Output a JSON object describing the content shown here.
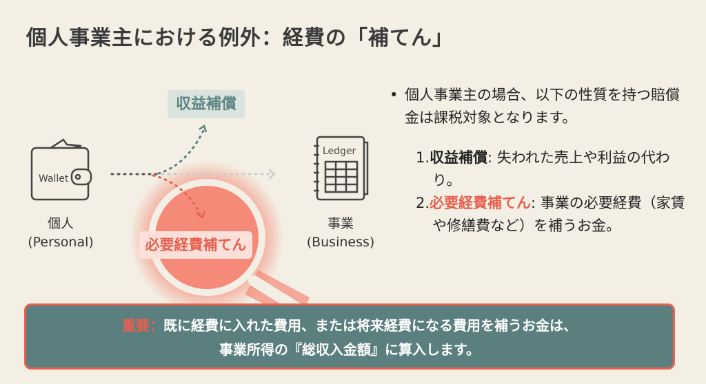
{
  "title": "個人事業主における例外：経費の「補てん」",
  "diagram": {
    "wallet_text": "Wallet",
    "personal_label": "個人",
    "personal_sub": "(Personal)",
    "ledger_text": "Ledger",
    "business_label": "事業",
    "business_sub": "(Business)",
    "revenue_label": "収益補償",
    "expense_label": "必要経費補てん"
  },
  "bullets": {
    "intro": "個人事業主の場合、以下の性質を持つ賠償金は課税対象となります。",
    "items": [
      {
        "num": "1.",
        "term": "収益補償",
        "desc": ": 失われた売上や利益の代わり。"
      },
      {
        "num": "2.",
        "term": "必要経費補てん",
        "desc": ": 事業の必要経費（家賃や修繕費など）を補うお金。"
      }
    ]
  },
  "note": {
    "key": "重要：",
    "line1": "既に経費に入れた費用、または将来経費になる費用を補うお金は、",
    "line2": "事業所得の『総収入金額』に算入します。"
  },
  "colors": {
    "teal": "#5a7f7e",
    "red": "#e8604f",
    "bg": "#f3efe4"
  }
}
